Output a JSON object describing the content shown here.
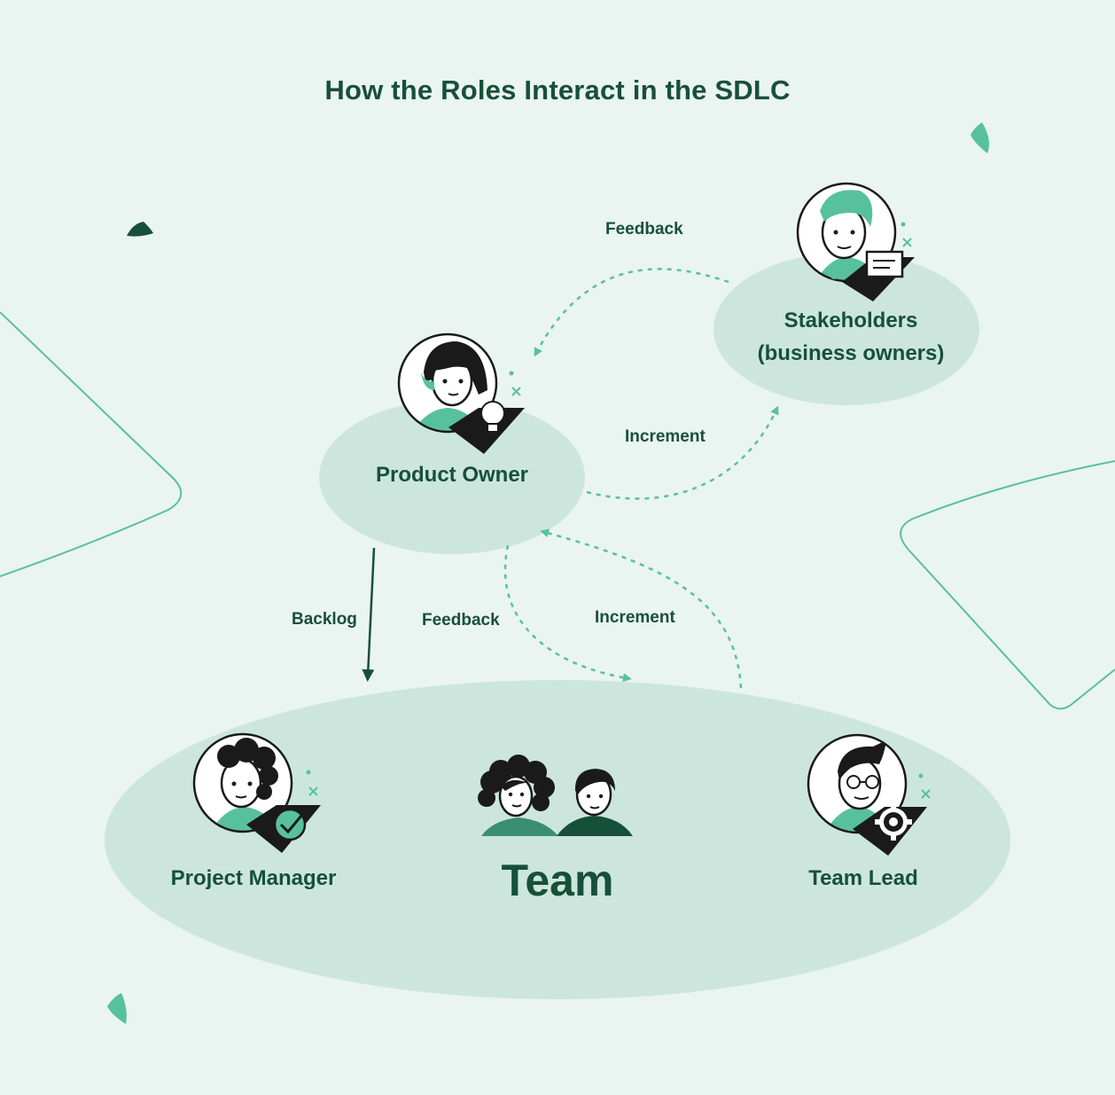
{
  "title": "How the Roles Interact in the SDLC",
  "nodes": {
    "stakeholders": {
      "line1": "Stakeholders",
      "line2": "(business owners)"
    },
    "product_owner": {
      "label": "Product Owner"
    },
    "team": {
      "label": "Team"
    },
    "project_manager": {
      "label": "Project Manager"
    },
    "team_lead": {
      "label": "Team Lead"
    }
  },
  "edges": {
    "stakeholders_to_po": "Feedback",
    "po_to_stakeholders": "Increment",
    "po_to_team_backlog": "Backlog",
    "po_to_team_feedback": "Feedback",
    "team_to_po": "Increment"
  },
  "colors": {
    "background": "#eaf4f1",
    "bubble": "#cce6de",
    "text": "#17503a",
    "accent": "#57c19d",
    "dark": "#17503a"
  },
  "icons": [
    "stakeholder-avatar-icon",
    "product-owner-avatar-icon",
    "project-manager-avatar-icon",
    "team-lead-avatar-icon",
    "team-people-icon",
    "lightbulb-icon",
    "chat-bubble-icon",
    "checkmark-icon",
    "gear-icon"
  ]
}
